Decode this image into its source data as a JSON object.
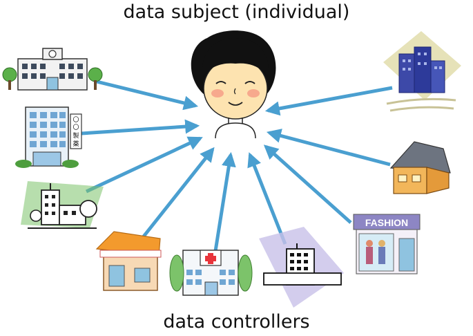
{
  "title": "data subject (individual)",
  "footer": "data controllers",
  "colors": {
    "arrow": "#4a9fd0",
    "hair": "#111111",
    "skin": "#fde3b0",
    "cheek": "#f7a98d",
    "accent_red": "#e8343b",
    "shop_orange": "#f39a2d"
  },
  "shop_sign": "FASHION",
  "pharmacy_sign": [
    "〇",
    "〇",
    "製",
    "薬"
  ],
  "entities": [
    {
      "id": "city-office",
      "icon": "city-office-icon"
    },
    {
      "id": "company-building",
      "icon": "company-building-icon"
    },
    {
      "id": "factory",
      "icon": "factory-icon"
    },
    {
      "id": "store",
      "icon": "store-icon"
    },
    {
      "id": "hospital",
      "icon": "hospital-icon"
    },
    {
      "id": "office-complex",
      "icon": "office-complex-icon"
    },
    {
      "id": "fashion-shop",
      "icon": "fashion-shop-icon"
    },
    {
      "id": "house",
      "icon": "house-icon"
    },
    {
      "id": "skyscrapers",
      "icon": "skyscrapers-icon"
    }
  ]
}
